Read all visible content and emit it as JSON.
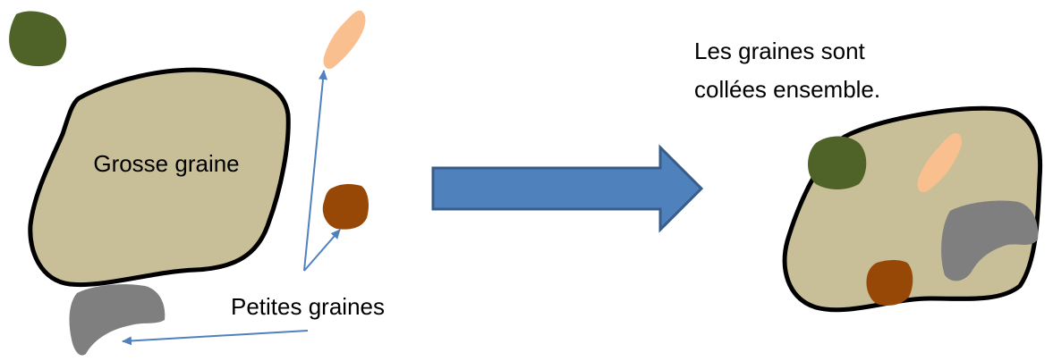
{
  "labels": {
    "big_seed": "Grosse graine",
    "small_seeds": "Petites graines",
    "result_line1": "Les graines sont",
    "result_line2": "collées ensemble."
  },
  "colors": {
    "big_seed_fill": "#c8bf99",
    "outline": "#000000",
    "green_seed": "#4f6228",
    "peach_seed": "#f9bf8f",
    "brown_seed": "#984806",
    "gray_seed": "#7f7f7f",
    "pointer_arrow": "#4f81bd",
    "big_arrow_fill": "#4f81bd",
    "big_arrow_stroke": "#385d8a"
  }
}
